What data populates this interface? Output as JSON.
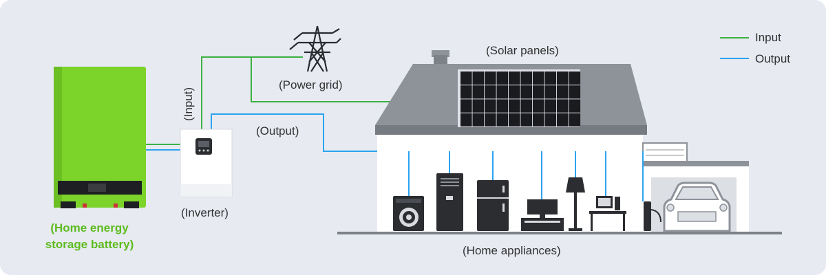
{
  "legend": {
    "input_label": "Input",
    "output_label": "Output",
    "input_color": "#3cb043",
    "output_color": "#2aa3f0"
  },
  "labels": {
    "power_grid": "(Power grid)",
    "solar_panels": "(Solar panels)",
    "input": "(Input)",
    "output": "(Output)",
    "inverter": "(Inverter)",
    "home_appliances": "(Home appliances)",
    "battery_line1": "(Home energy",
    "battery_line2": "storage battery)"
  },
  "colors": {
    "battery_green": "#7cd32a",
    "battery_label": "#5dbb1e",
    "roof_gray": "#8e9299",
    "appliance_dark": "#2b2d31",
    "background": "#e7eaf1"
  },
  "icons": [
    "power-tower-icon",
    "solar-panel-icon",
    "inverter-icon",
    "battery-icon",
    "washing-machine-icon",
    "air-conditioner-icon",
    "refrigerator-icon",
    "tv-icon",
    "floor-lamp-icon",
    "desktop-computer-icon",
    "ev-charger-icon",
    "car-icon"
  ]
}
